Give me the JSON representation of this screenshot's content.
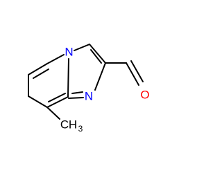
{
  "molecule": {
    "atoms": {
      "n_ring": "N",
      "n_imine": "N",
      "oxygen": "O",
      "methyl_c": "C",
      "methyl_h": "H",
      "methyl_sub": "3"
    },
    "colors": {
      "bond": "#000000",
      "nitrogen": "#0000ff",
      "oxygen": "#ff0000",
      "carbon": "#000000"
    }
  }
}
